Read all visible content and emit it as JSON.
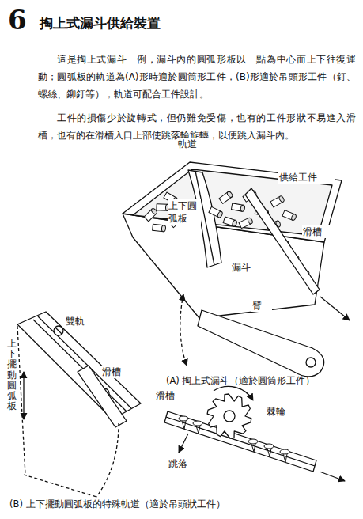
{
  "diagram": {
    "title": "掏上式漏斗供給裝置",
    "labels": [
      "6",
      "這是掏上式漏斗一例，漏斗內的圓弧形板以一點為中心而上下往復運動；圓弧板的軌道為(A)形時適於圓筒形工件，(B)形適於吊頭形工件（釘、螺絲、鉚釘等），軌道可配合工件設計。",
      "工件的損傷少於旋轉式，但仍難免受傷，也有的工件形狀不易進入滑槽，也有的在滑槽入口上部使跳落輪旋轉，以便跳入漏斗內。",
      "軌道",
      "供給工件",
      "上下圓弧板",
      "滑槽",
      "漏斗",
      "臂",
      "(A) 掏上式漏斗（適於圓筒形工件）",
      "雙軌",
      "上下擺動圓弧板",
      "滑槽",
      "滑槽",
      "棘輪",
      "跳落",
      "(B) 上下擺動圓弧板的特殊軌道（適於吊頭狀工件）"
    ]
  }
}
